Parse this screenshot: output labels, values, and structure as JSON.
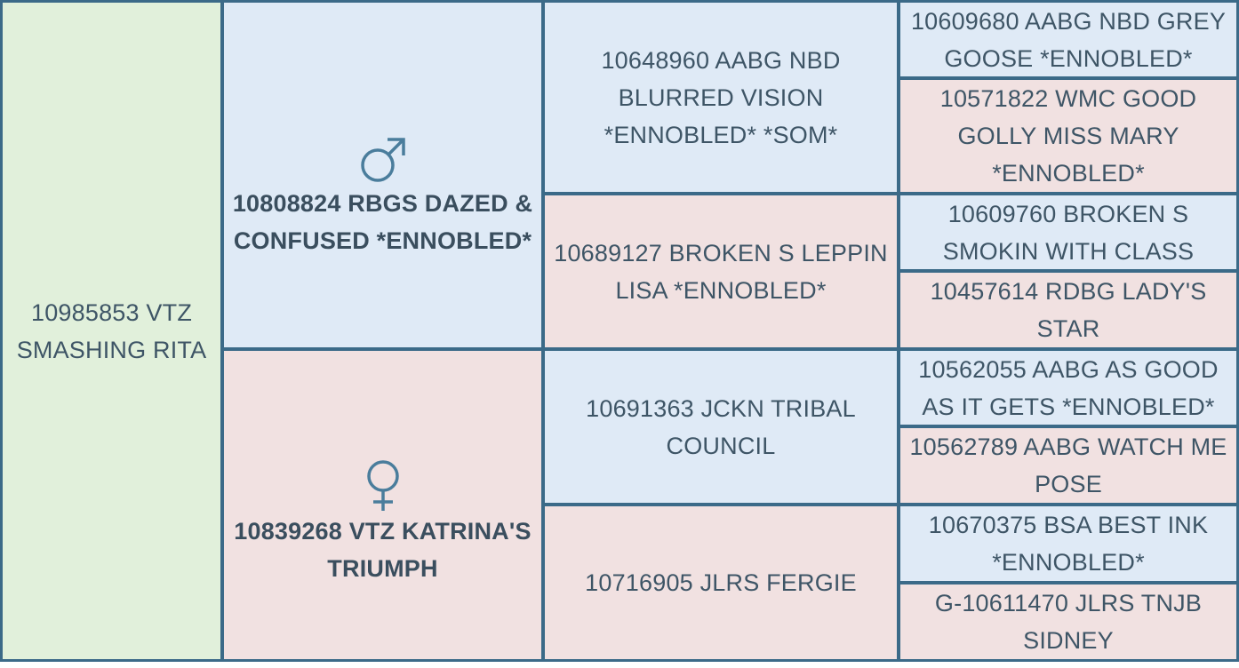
{
  "subject": {
    "name": "10985853 VTZ SMASHING RITA"
  },
  "sire": {
    "symbol": "male-symbol",
    "name": "10808824 RBGS DAZED & CONFUSED *ENNOBLED*",
    "sire": {
      "name": "10648960 AABG NBD BLURRED VISION *ENNOBLED* *SOM*",
      "sire": "10609680 AABG NBD GREY GOOSE *ENNOBLED*",
      "dam": "10571822 WMC GOOD GOLLY MISS MARY *ENNOBLED*"
    },
    "dam": {
      "name": "10689127 BROKEN S LEPPIN LISA *ENNOBLED*",
      "sire": "10609760 BROKEN S SMOKIN WITH CLASS",
      "dam": "10457614 RDBG LADY'S STAR"
    }
  },
  "dam": {
    "symbol": "female-symbol",
    "name": "10839268 VTZ KATRINA'S TRIUMPH",
    "sire": {
      "name": "10691363 JCKN TRIBAL COUNCIL",
      "sire": "10562055 AABG AS GOOD AS IT GETS *ENNOBLED*",
      "dam": "10562789 AABG WATCH ME POSE"
    },
    "dam": {
      "name": "10716905 JLRS FERGIE",
      "sire": "10670375 BSA BEST INK *ENNOBLED*",
      "dam": "G-10611470 JLRS TNJB SIDNEY"
    }
  },
  "colors": {
    "border": "#3b6a88",
    "subject_bg": "#e1f0db",
    "male_bg": "#dfeaf6",
    "female_bg": "#f1e1e1",
    "text": "#3e5566"
  }
}
